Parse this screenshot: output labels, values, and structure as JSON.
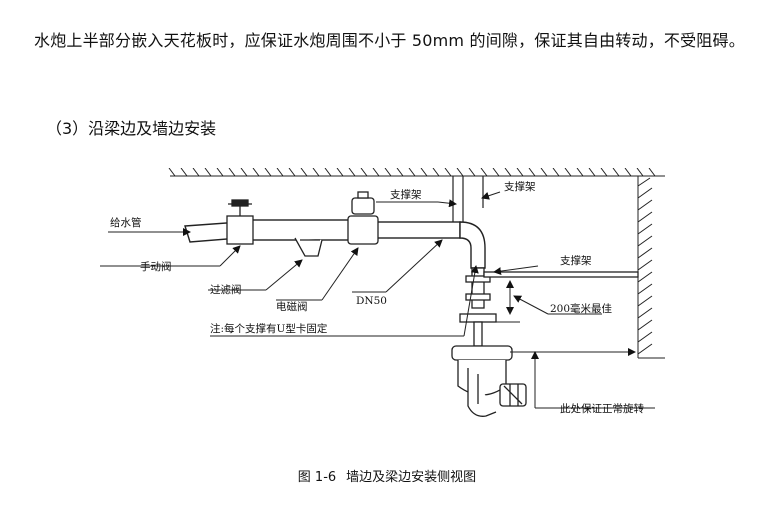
{
  "paragraph": "水炮上半部分嵌入天花板时，应保证水炮周围不小于 50mm 的间隙，保证其自由转动，不受阻碍。",
  "section_heading": "（3）沿梁边及墙边安装",
  "figure": {
    "labels": {
      "water_pipe": "给水管",
      "manual_valve": "手动阀",
      "filter_valve": "过滤阀",
      "solenoid_valve": "电磁阀",
      "dn50": "DN50",
      "support_left": "支撑架",
      "support_top": "支撑架",
      "support_right": "支撑架",
      "gap_200": "200毫米最佳",
      "note_ubracket": "注:每个支撑有U型卡固定",
      "rotation_note": "此处保证正常旋转"
    }
  },
  "caption": {
    "number": "图 1-6",
    "title": "墙边及梁边安装侧视图"
  }
}
